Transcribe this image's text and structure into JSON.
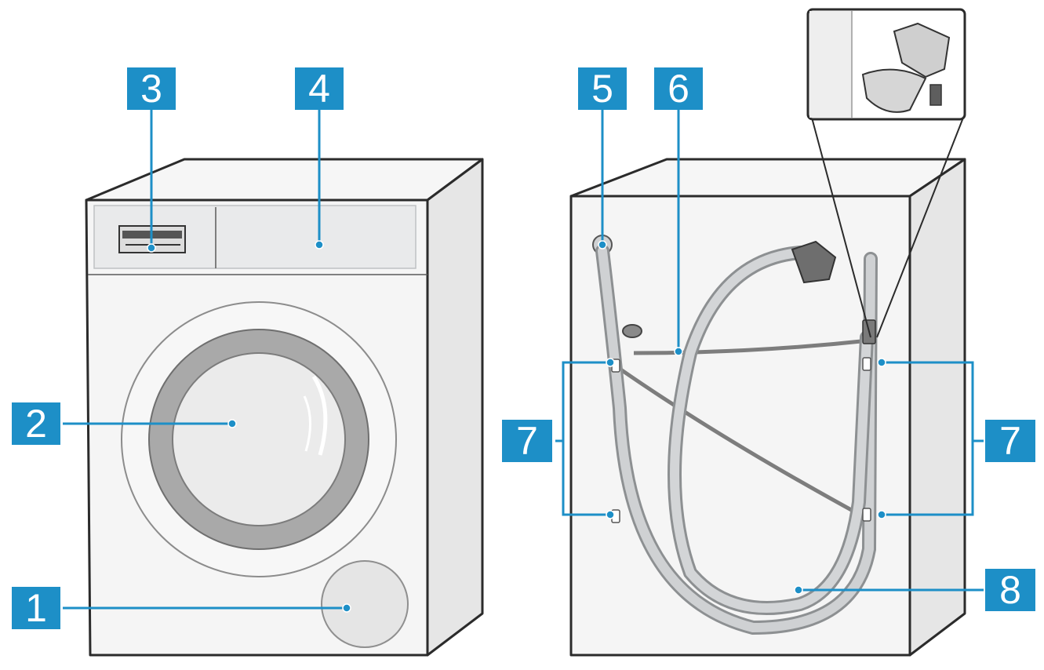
{
  "callouts": [
    {
      "id": "callout-1",
      "label": "1"
    },
    {
      "id": "callout-2",
      "label": "2"
    },
    {
      "id": "callout-3",
      "label": "3"
    },
    {
      "id": "callout-4",
      "label": "4"
    },
    {
      "id": "callout-5",
      "label": "5"
    },
    {
      "id": "callout-6",
      "label": "6"
    },
    {
      "id": "callout-7-left",
      "label": "7"
    },
    {
      "id": "callout-7-right",
      "label": "7"
    },
    {
      "id": "callout-8",
      "label": "8"
    }
  ],
  "colors": {
    "label_box": "#1d8fc7",
    "label_text": "#ffffff",
    "machine_body": "#f4f4f4",
    "machine_side": "#e4e4e4",
    "panel": "#e9eaeb",
    "hose": "#c9cbcd",
    "outline": "#2b2b2b"
  },
  "icons": {
    "front_view": "washing-machine-front",
    "back_view": "washing-machine-back",
    "detail_inset": "hose-holder-detail"
  }
}
